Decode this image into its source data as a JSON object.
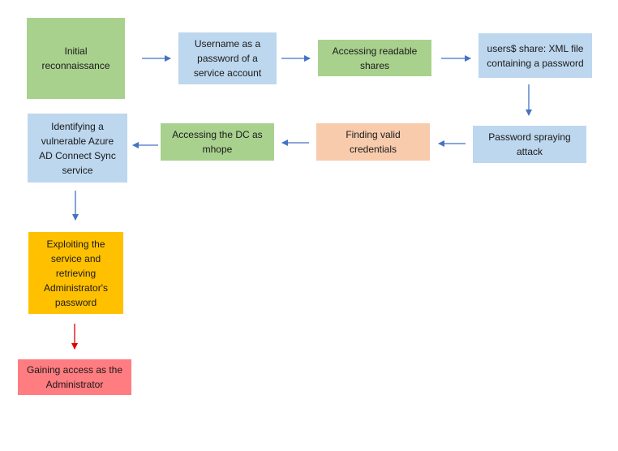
{
  "colors": {
    "green": "#a9d18e",
    "blue": "#bdd7ee",
    "peach": "#f8cbad",
    "gold": "#ffc000",
    "red": "#ff7c80",
    "arrow": "#4472c4",
    "final_arrow": "#e00000"
  },
  "steps": {
    "initial_recon": "Initial reconnaissance",
    "username_as_password": "Username as a password of a service account",
    "accessing_shares": "Accessing readable shares",
    "users_share_xml": "users$ share: XML file containing a password",
    "password_spraying": "Password spraying attack",
    "finding_credentials": "Finding valid credentials",
    "accessing_dc": "Accessing the DC as mhope",
    "identifying_service": "Identifying a vulnerable Azure AD Connect Sync service",
    "exploiting_service": "Exploiting the service and retrieving Administrator's password",
    "admin_access": "Gaining access as the Administrator"
  }
}
